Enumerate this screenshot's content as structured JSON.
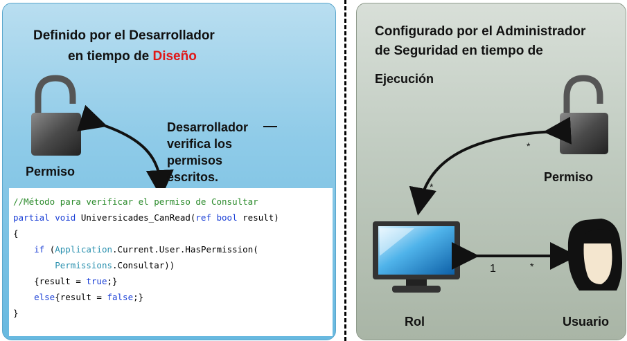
{
  "left": {
    "title_line1": "Definido por el Desarrollador",
    "title_line2_prefix": "en tiempo de",
    "title_line2_highlight": "Diseño",
    "permiso_label": "Permiso",
    "note_line1": "Desarrollador",
    "note_line2": "verifica los",
    "note_line3": "permisos",
    "note_line4": "escritos.",
    "code": {
      "comment": "//Método para verificar el permiso de Consultar",
      "line2_kw1": "partial void",
      "line2_rest": " Universicades_CanRead(",
      "line2_kw2": "ref bool",
      "line2_end": " result)",
      "line3": "{",
      "line4_kw": "if",
      "line4_open": " (",
      "line4_type": "Application",
      "line4_rest": ".Current.User.HasPermission(",
      "line5_type": "Permissions",
      "line5_rest": ".Consultar))",
      "line6_a": "{result = ",
      "line6_kw": "true",
      "line6_b": ";}",
      "line7_kw": "else",
      "line7_a": "{result = ",
      "line7_kw2": "false",
      "line7_b": ";}",
      "line8": "}"
    }
  },
  "right": {
    "title_line1": "Configurado por el Administrador",
    "title_line2": "de Seguridad en tiempo de",
    "title_line3": "Ejecución",
    "permiso_label": "Permiso",
    "rol_label": "Rol",
    "usuario_label": "Usuario",
    "mult_star": "*",
    "mult_one": "1"
  },
  "colors": {
    "highlight": "#e01818",
    "comment": "#2a8a2a",
    "keyword": "#1a3fd6",
    "type": "#2b91af"
  }
}
